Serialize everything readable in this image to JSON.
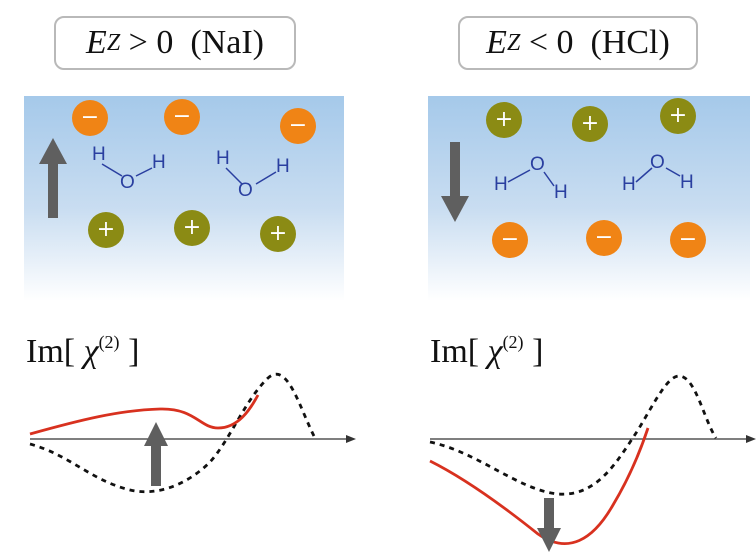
{
  "panels": [
    {
      "field_symbol": "E",
      "field_subscript": "Z",
      "condition": " > 0  (NaI)",
      "chi_prefix": "Im[ ",
      "chi_symbol": "χ",
      "chi_superscript": "(2)",
      "chi_suffix": " ]",
      "anion_glyph": "−",
      "cation_glyph": "+",
      "atom_h": "H",
      "atom_o": "O"
    },
    {
      "field_symbol": "E",
      "field_subscript": "Z",
      "condition": " < 0  (HCl)",
      "chi_prefix": "Im[ ",
      "chi_symbol": "χ",
      "chi_superscript": "(2)",
      "chi_suffix": " ]",
      "anion_glyph": "−",
      "cation_glyph": "+",
      "atom_h": "H",
      "atom_o": "O"
    }
  ],
  "colors": {
    "anion": "#f08415",
    "cation": "#8b8b14",
    "water": "#2a3fa0",
    "arrow": "#5f5f5f",
    "solid_curve": "#d8311f",
    "dashed_curve": "#111111",
    "axis": "#333333"
  },
  "icons": {
    "field_arrow_left": "up-arrow-icon",
    "field_arrow_right": "down-arrow-icon"
  }
}
